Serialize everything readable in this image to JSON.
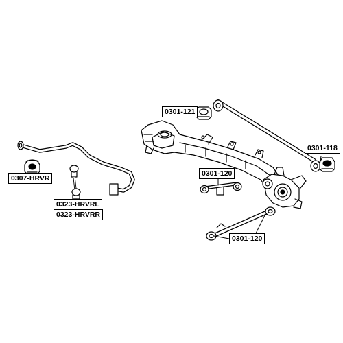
{
  "labels": {
    "bushing_121": "0301-121",
    "bushing_118": "0301-118",
    "arm_upper_120": "0301-120",
    "arm_lower_120": "0301-120",
    "stabilizer_bushing": "0307-HRVR",
    "link_left": "0323-HRVRL",
    "link_right": "0323-HRVRR"
  },
  "colors": {
    "line": "#000000",
    "background": "#ffffff"
  }
}
